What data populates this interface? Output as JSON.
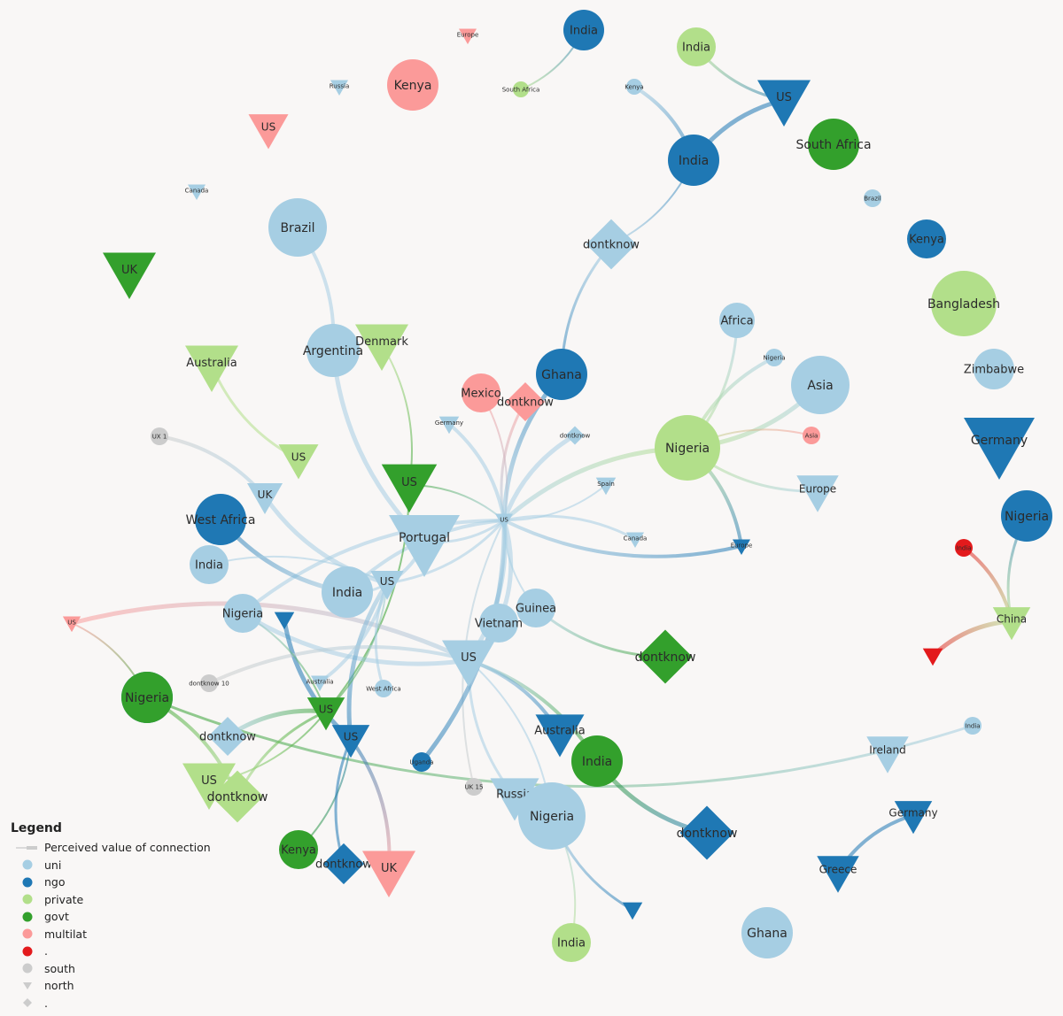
{
  "palette": {
    "uni": "#a6cee3",
    "ngo": "#1f78b4",
    "private": "#b2df8a",
    "govt": "#33a02c",
    "multilat": "#fb9a99",
    "dot": "#e31a1c",
    "neutral": "#cccccc"
  },
  "legend": {
    "title": "Legend",
    "entries": [
      {
        "key": "edge",
        "label": "Perceived value of connection",
        "symbol": "line",
        "color": "#cccccc"
      },
      {
        "key": "uni",
        "label": "uni",
        "symbol": "circle",
        "color": "#a6cee3"
      },
      {
        "key": "ngo",
        "label": "ngo",
        "symbol": "circle",
        "color": "#1f78b4"
      },
      {
        "key": "private",
        "label": "private",
        "symbol": "circle",
        "color": "#b2df8a"
      },
      {
        "key": "govt",
        "label": "govt",
        "symbol": "circle",
        "color": "#33a02c"
      },
      {
        "key": "multilat",
        "label": "multilat",
        "symbol": "circle",
        "color": "#fb9a99"
      },
      {
        "key": "dot",
        "label": ".",
        "symbol": "circle",
        "color": "#e31a1c"
      },
      {
        "key": "south",
        "label": "south",
        "symbol": "circle",
        "color": "#cccccc"
      },
      {
        "key": "north",
        "label": "north",
        "symbol": "triangle",
        "color": "#cccccc"
      },
      {
        "key": "dotshape",
        "label": ".",
        "symbol": "diamond",
        "color": "#cccccc"
      }
    ]
  },
  "nodes": [
    {
      "id": "n1",
      "label": "India",
      "type": "ngo",
      "shape": "south"
    },
    {
      "id": "n2",
      "label": "Europe",
      "type": "multilat",
      "shape": "north"
    },
    {
      "id": "n3",
      "label": "Kenya",
      "type": "multilat",
      "shape": "south"
    },
    {
      "id": "n4",
      "label": "South Africa",
      "type": "private",
      "shape": "south"
    },
    {
      "id": "n5",
      "label": "Russia",
      "type": "uni",
      "shape": "north"
    },
    {
      "id": "n6",
      "label": "US",
      "type": "multilat",
      "shape": "north"
    },
    {
      "id": "n7",
      "label": "India",
      "type": "private",
      "shape": "south"
    },
    {
      "id": "n8",
      "label": "Kenya",
      "type": "uni",
      "shape": "south"
    },
    {
      "id": "n9",
      "label": "US",
      "type": "ngo",
      "shape": "north"
    },
    {
      "id": "n10",
      "label": "India",
      "type": "ngo",
      "shape": "south"
    },
    {
      "id": "n11",
      "label": "South Africa",
      "type": "govt",
      "shape": "south"
    },
    {
      "id": "n12",
      "label": "Canada",
      "type": "uni",
      "shape": "north"
    },
    {
      "id": "n13",
      "label": "Brazil",
      "type": "uni",
      "shape": "south"
    },
    {
      "id": "n14",
      "label": "Brazil",
      "type": "uni",
      "shape": "south"
    },
    {
      "id": "n15",
      "label": "Kenya",
      "type": "ngo",
      "shape": "south"
    },
    {
      "id": "n16",
      "label": "UK",
      "type": "govt",
      "shape": "north"
    },
    {
      "id": "n17",
      "label": "dontknow",
      "type": "uni",
      "shape": "dontknow"
    },
    {
      "id": "n18",
      "label": "Bangladesh",
      "type": "private",
      "shape": "south"
    },
    {
      "id": "n19",
      "label": "Argentina",
      "type": "uni",
      "shape": "south"
    },
    {
      "id": "n20",
      "label": "Denmark",
      "type": "private",
      "shape": "north"
    },
    {
      "id": "n21",
      "label": "Australia",
      "type": "private",
      "shape": "north"
    },
    {
      "id": "n22",
      "label": "Africa",
      "type": "uni",
      "shape": "south"
    },
    {
      "id": "n23",
      "label": "Nigeria",
      "type": "uni",
      "shape": "south"
    },
    {
      "id": "n24",
      "label": "Asia",
      "type": "uni",
      "shape": "south"
    },
    {
      "id": "n25",
      "label": "Zimbabwe",
      "type": "uni",
      "shape": "south"
    },
    {
      "id": "n26",
      "label": "Ghana",
      "type": "ngo",
      "shape": "south"
    },
    {
      "id": "n27",
      "label": "Mexico",
      "type": "multilat",
      "shape": "south"
    },
    {
      "id": "n28",
      "label": "dontknow",
      "type": "multilat",
      "shape": "dontknow"
    },
    {
      "id": "n29",
      "label": "Germany",
      "type": "uni",
      "shape": "north"
    },
    {
      "id": "n30",
      "label": "dontknow",
      "type": "uni",
      "shape": "dontknow"
    },
    {
      "id": "n31",
      "label": "Nigeria",
      "type": "private",
      "shape": "south"
    },
    {
      "id": "n32",
      "label": "Asia",
      "type": "multilat",
      "shape": "south"
    },
    {
      "id": "n33",
      "label": "Germany",
      "type": "ngo",
      "shape": "north"
    },
    {
      "id": "n34",
      "label": "UX 1",
      "type": "neutral",
      "shape": "south"
    },
    {
      "id": "n35",
      "label": "US",
      "type": "private",
      "shape": "north"
    },
    {
      "id": "n36",
      "label": "US",
      "type": "govt",
      "shape": "north"
    },
    {
      "id": "n37",
      "label": "US",
      "type": "uni",
      "shape": "north"
    },
    {
      "id": "n38",
      "label": "Spain",
      "type": "uni",
      "shape": "north"
    },
    {
      "id": "n39",
      "label": "Europe",
      "type": "uni",
      "shape": "north"
    },
    {
      "id": "n40",
      "label": "UK",
      "type": "uni",
      "shape": "north"
    },
    {
      "id": "n41",
      "label": "West Africa",
      "type": "ngo",
      "shape": "south"
    },
    {
      "id": "n42",
      "label": "Portugal",
      "type": "uni",
      "shape": "north"
    },
    {
      "id": "n43",
      "label": "Canada",
      "type": "uni",
      "shape": "north"
    },
    {
      "id": "n44",
      "label": "Europe",
      "type": "ngo",
      "shape": "north"
    },
    {
      "id": "n45",
      "label": "Nigeria",
      "type": "ngo",
      "shape": "south"
    },
    {
      "id": "n46",
      "label": "India",
      "type": "uni",
      "shape": "south"
    },
    {
      "id": "n47",
      "label": "India",
      "type": "dot",
      "shape": "south"
    },
    {
      "id": "n48",
      "label": "India",
      "type": "uni",
      "shape": "south"
    },
    {
      "id": "n49",
      "label": "US",
      "type": "uni",
      "shape": "north"
    },
    {
      "id": "n50",
      "label": "Nigeria",
      "type": "uni",
      "shape": "south"
    },
    {
      "id": "n51",
      "label": "Guinea",
      "type": "uni",
      "shape": "south"
    },
    {
      "id": "n52",
      "label": "Vietnam",
      "type": "uni",
      "shape": "south"
    },
    {
      "id": "n53",
      "label": "China",
      "type": "private",
      "shape": "north"
    },
    {
      "id": "n54",
      "label": "US",
      "type": "multilat",
      "shape": "north"
    },
    {
      "id": "n55",
      "label": "Nigeria",
      "type": "ngo",
      "shape": "south"
    },
    {
      "id": "n56",
      "label": "dontknow",
      "type": "govt",
      "shape": "dontknow"
    },
    {
      "id": "n57",
      "label": "US",
      "type": "uni",
      "shape": "north"
    },
    {
      "id": "n58",
      "label": "dontknow 10",
      "type": "neutral",
      "shape": "south"
    },
    {
      "id": "n59",
      "label": "Australia",
      "type": "uni",
      "shape": "north"
    },
    {
      "id": "n60",
      "label": "West Africa",
      "type": "uni",
      "shape": "south"
    },
    {
      "id": "n61",
      "label": "Nigeria",
      "type": "govt",
      "shape": "south"
    },
    {
      "id": "n62",
      "label": "US",
      "type": "govt",
      "shape": "north"
    },
    {
      "id": "n63",
      "label": "US",
      "type": "ngo",
      "shape": "north"
    },
    {
      "id": "n64",
      "label": "dontknow",
      "type": "uni",
      "shape": "dontknow"
    },
    {
      "id": "n65",
      "label": "US",
      "type": "multilat",
      "shape": "north"
    },
    {
      "id": "n66",
      "label": "Australia",
      "type": "ngo",
      "shape": "north"
    },
    {
      "id": "n67",
      "label": "India",
      "type": "govt",
      "shape": "south"
    },
    {
      "id": "n68",
      "label": "Uganda",
      "type": "ngo",
      "shape": "south"
    },
    {
      "id": "n69",
      "label": "India",
      "type": "uni",
      "shape": "south"
    },
    {
      "id": "n70",
      "label": "Ireland",
      "type": "uni",
      "shape": "north"
    },
    {
      "id": "n71",
      "label": "US",
      "type": "private",
      "shape": "north"
    },
    {
      "id": "n72",
      "label": "dontknow",
      "type": "private",
      "shape": "dontknow"
    },
    {
      "id": "n73",
      "label": "UK 15",
      "type": "neutral",
      "shape": "south"
    },
    {
      "id": "n74",
      "label": "Russia",
      "type": "uni",
      "shape": "north"
    },
    {
      "id": "n75",
      "label": "Nigeria",
      "type": "uni",
      "shape": "south"
    },
    {
      "id": "n76",
      "label": "dontknow",
      "type": "ngo",
      "shape": "dontknow"
    },
    {
      "id": "n77",
      "label": "Germany",
      "type": "ngo",
      "shape": "north"
    },
    {
      "id": "n78",
      "label": "Greece",
      "type": "ngo",
      "shape": "north"
    },
    {
      "id": "n79",
      "label": "Kenya",
      "type": "govt",
      "shape": "south"
    },
    {
      "id": "n80",
      "label": "dontknow",
      "type": "ngo",
      "shape": "dontknow"
    },
    {
      "id": "n81",
      "label": "UK",
      "type": "multilat",
      "shape": "north"
    },
    {
      "id": "n82",
      "label": "India",
      "type": "private",
      "shape": "south"
    },
    {
      "id": "n83",
      "label": "Ghana",
      "type": "uni",
      "shape": "south"
    },
    {
      "id": "n84",
      "label": "",
      "type": "ngo",
      "shape": "north"
    },
    {
      "id": "n85",
      "label": "",
      "type": "ngo",
      "shape": "north"
    },
    {
      "id": "n86",
      "label": "",
      "type": "dot",
      "shape": "north"
    }
  ],
  "edges": [
    [
      "n1",
      "n4"
    ],
    [
      "n7",
      "n9"
    ],
    [
      "n8",
      "n10"
    ],
    [
      "n9",
      "n10"
    ],
    [
      "n10",
      "n17"
    ],
    [
      "n17",
      "n26"
    ],
    [
      "n13",
      "n19"
    ],
    [
      "n19",
      "n42"
    ],
    [
      "n20",
      "n36"
    ],
    [
      "n21",
      "n35"
    ],
    [
      "n34",
      "n40"
    ],
    [
      "n26",
      "n37"
    ],
    [
      "n27",
      "n37"
    ],
    [
      "n28",
      "n37"
    ],
    [
      "n29",
      "n37"
    ],
    [
      "n30",
      "n37"
    ],
    [
      "n38",
      "n37"
    ],
    [
      "n43",
      "n37"
    ],
    [
      "n44",
      "n37"
    ],
    [
      "n31",
      "n37"
    ],
    [
      "n36",
      "n37"
    ],
    [
      "n42",
      "n37"
    ],
    [
      "n48",
      "n37"
    ],
    [
      "n52",
      "n37"
    ],
    [
      "n51",
      "n37"
    ],
    [
      "n49",
      "n37"
    ],
    [
      "n50",
      "n37"
    ],
    [
      "n57",
      "n37"
    ],
    [
      "n73",
      "n37"
    ],
    [
      "n31",
      "n22"
    ],
    [
      "n31",
      "n23"
    ],
    [
      "n31",
      "n24"
    ],
    [
      "n31",
      "n32"
    ],
    [
      "n31",
      "n39"
    ],
    [
      "n31",
      "n44"
    ],
    [
      "n41",
      "n48"
    ],
    [
      "n46",
      "n49"
    ],
    [
      "n48",
      "n49"
    ],
    [
      "n42",
      "n49"
    ],
    [
      "n40",
      "n49"
    ],
    [
      "n36",
      "n62"
    ],
    [
      "n45",
      "n53"
    ],
    [
      "n47",
      "n53"
    ],
    [
      "n53",
      "n86"
    ],
    [
      "n65",
      "n61"
    ],
    [
      "n61",
      "n69"
    ],
    [
      "n61",
      "n72"
    ],
    [
      "n50",
      "n57"
    ],
    [
      "n52",
      "n57"
    ],
    [
      "n51",
      "n56"
    ],
    [
      "n57",
      "n67"
    ],
    [
      "n57",
      "n54"
    ],
    [
      "n57",
      "n75"
    ],
    [
      "n57",
      "n74"
    ],
    [
      "n57",
      "n66"
    ],
    [
      "n67",
      "n80"
    ],
    [
      "n75",
      "n82"
    ],
    [
      "n75",
      "n84"
    ],
    [
      "n78",
      "n77"
    ],
    [
      "n49",
      "n63"
    ],
    [
      "n49",
      "n62"
    ],
    [
      "n49",
      "n60"
    ],
    [
      "n49",
      "n59"
    ],
    [
      "n85",
      "n63"
    ],
    [
      "n63",
      "n79"
    ],
    [
      "n63",
      "n76"
    ],
    [
      "n63",
      "n81"
    ],
    [
      "n62",
      "n64"
    ],
    [
      "n62",
      "n71"
    ],
    [
      "n62",
      "n72"
    ],
    [
      "n58",
      "n57"
    ],
    [
      "n68",
      "n37"
    ],
    [
      "n50",
      "n62"
    ]
  ]
}
